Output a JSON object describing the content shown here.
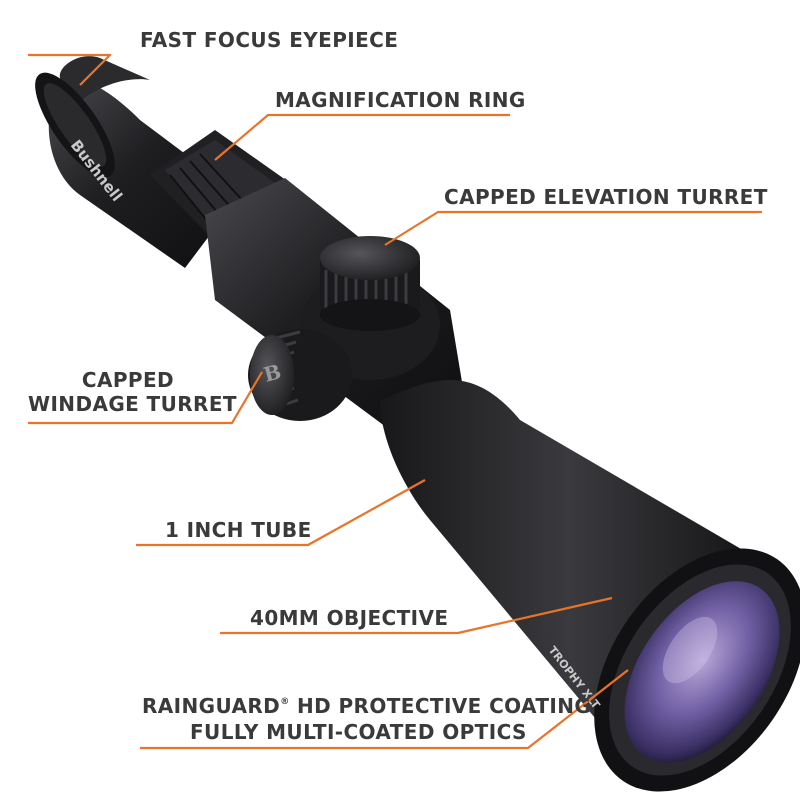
{
  "brand": "Bushnell",
  "model": "TROPHY XLT",
  "callouts": {
    "eyepiece": "FAST FOCUS EYEPIECE",
    "magnification": "MAGNIFICATION RING",
    "elevation": "CAPPED ELEVATION TURRET",
    "windage_line1": "CAPPED",
    "windage_line2": "WINDAGE TURRET",
    "tube": "1 INCH TUBE",
    "objective": "40MM OBJECTIVE",
    "coating_brand": "RAINGUARD",
    "coating_mark": "®",
    "coating_rest": " HD  PROTECTIVE COATING",
    "optics": "FULLY MULTI-COATED OPTICS"
  },
  "colors": {
    "accent": "#e8742a",
    "text": "#3a3a3a",
    "scope_body": "#1c1c1e"
  }
}
